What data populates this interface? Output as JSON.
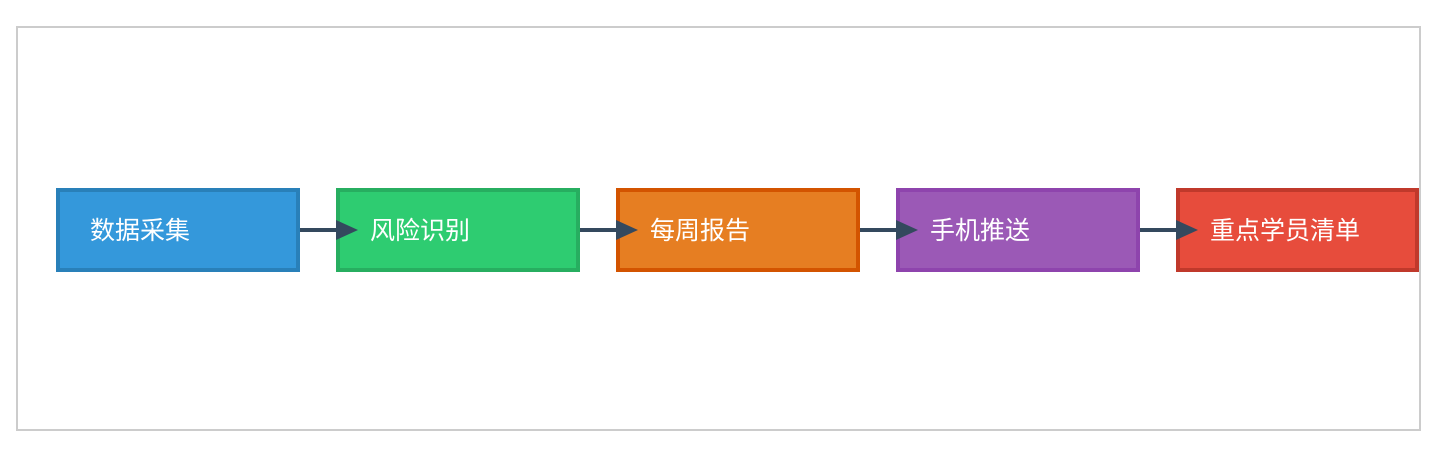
{
  "flow": {
    "nodes": [
      {
        "label": "数据采集",
        "fill": "#3498db",
        "border": "#2980b9"
      },
      {
        "label": "风险识别",
        "fill": "#2ecc71",
        "border": "#27ae60"
      },
      {
        "label": "每周报告",
        "fill": "#e67e22",
        "border": "#d35400"
      },
      {
        "label": "手机推送",
        "fill": "#9b59b6",
        "border": "#8e44ad"
      },
      {
        "label": "重点学员清单",
        "fill": "#e74c3c",
        "border": "#c0392b"
      }
    ],
    "arrow_color": "#34495e"
  }
}
